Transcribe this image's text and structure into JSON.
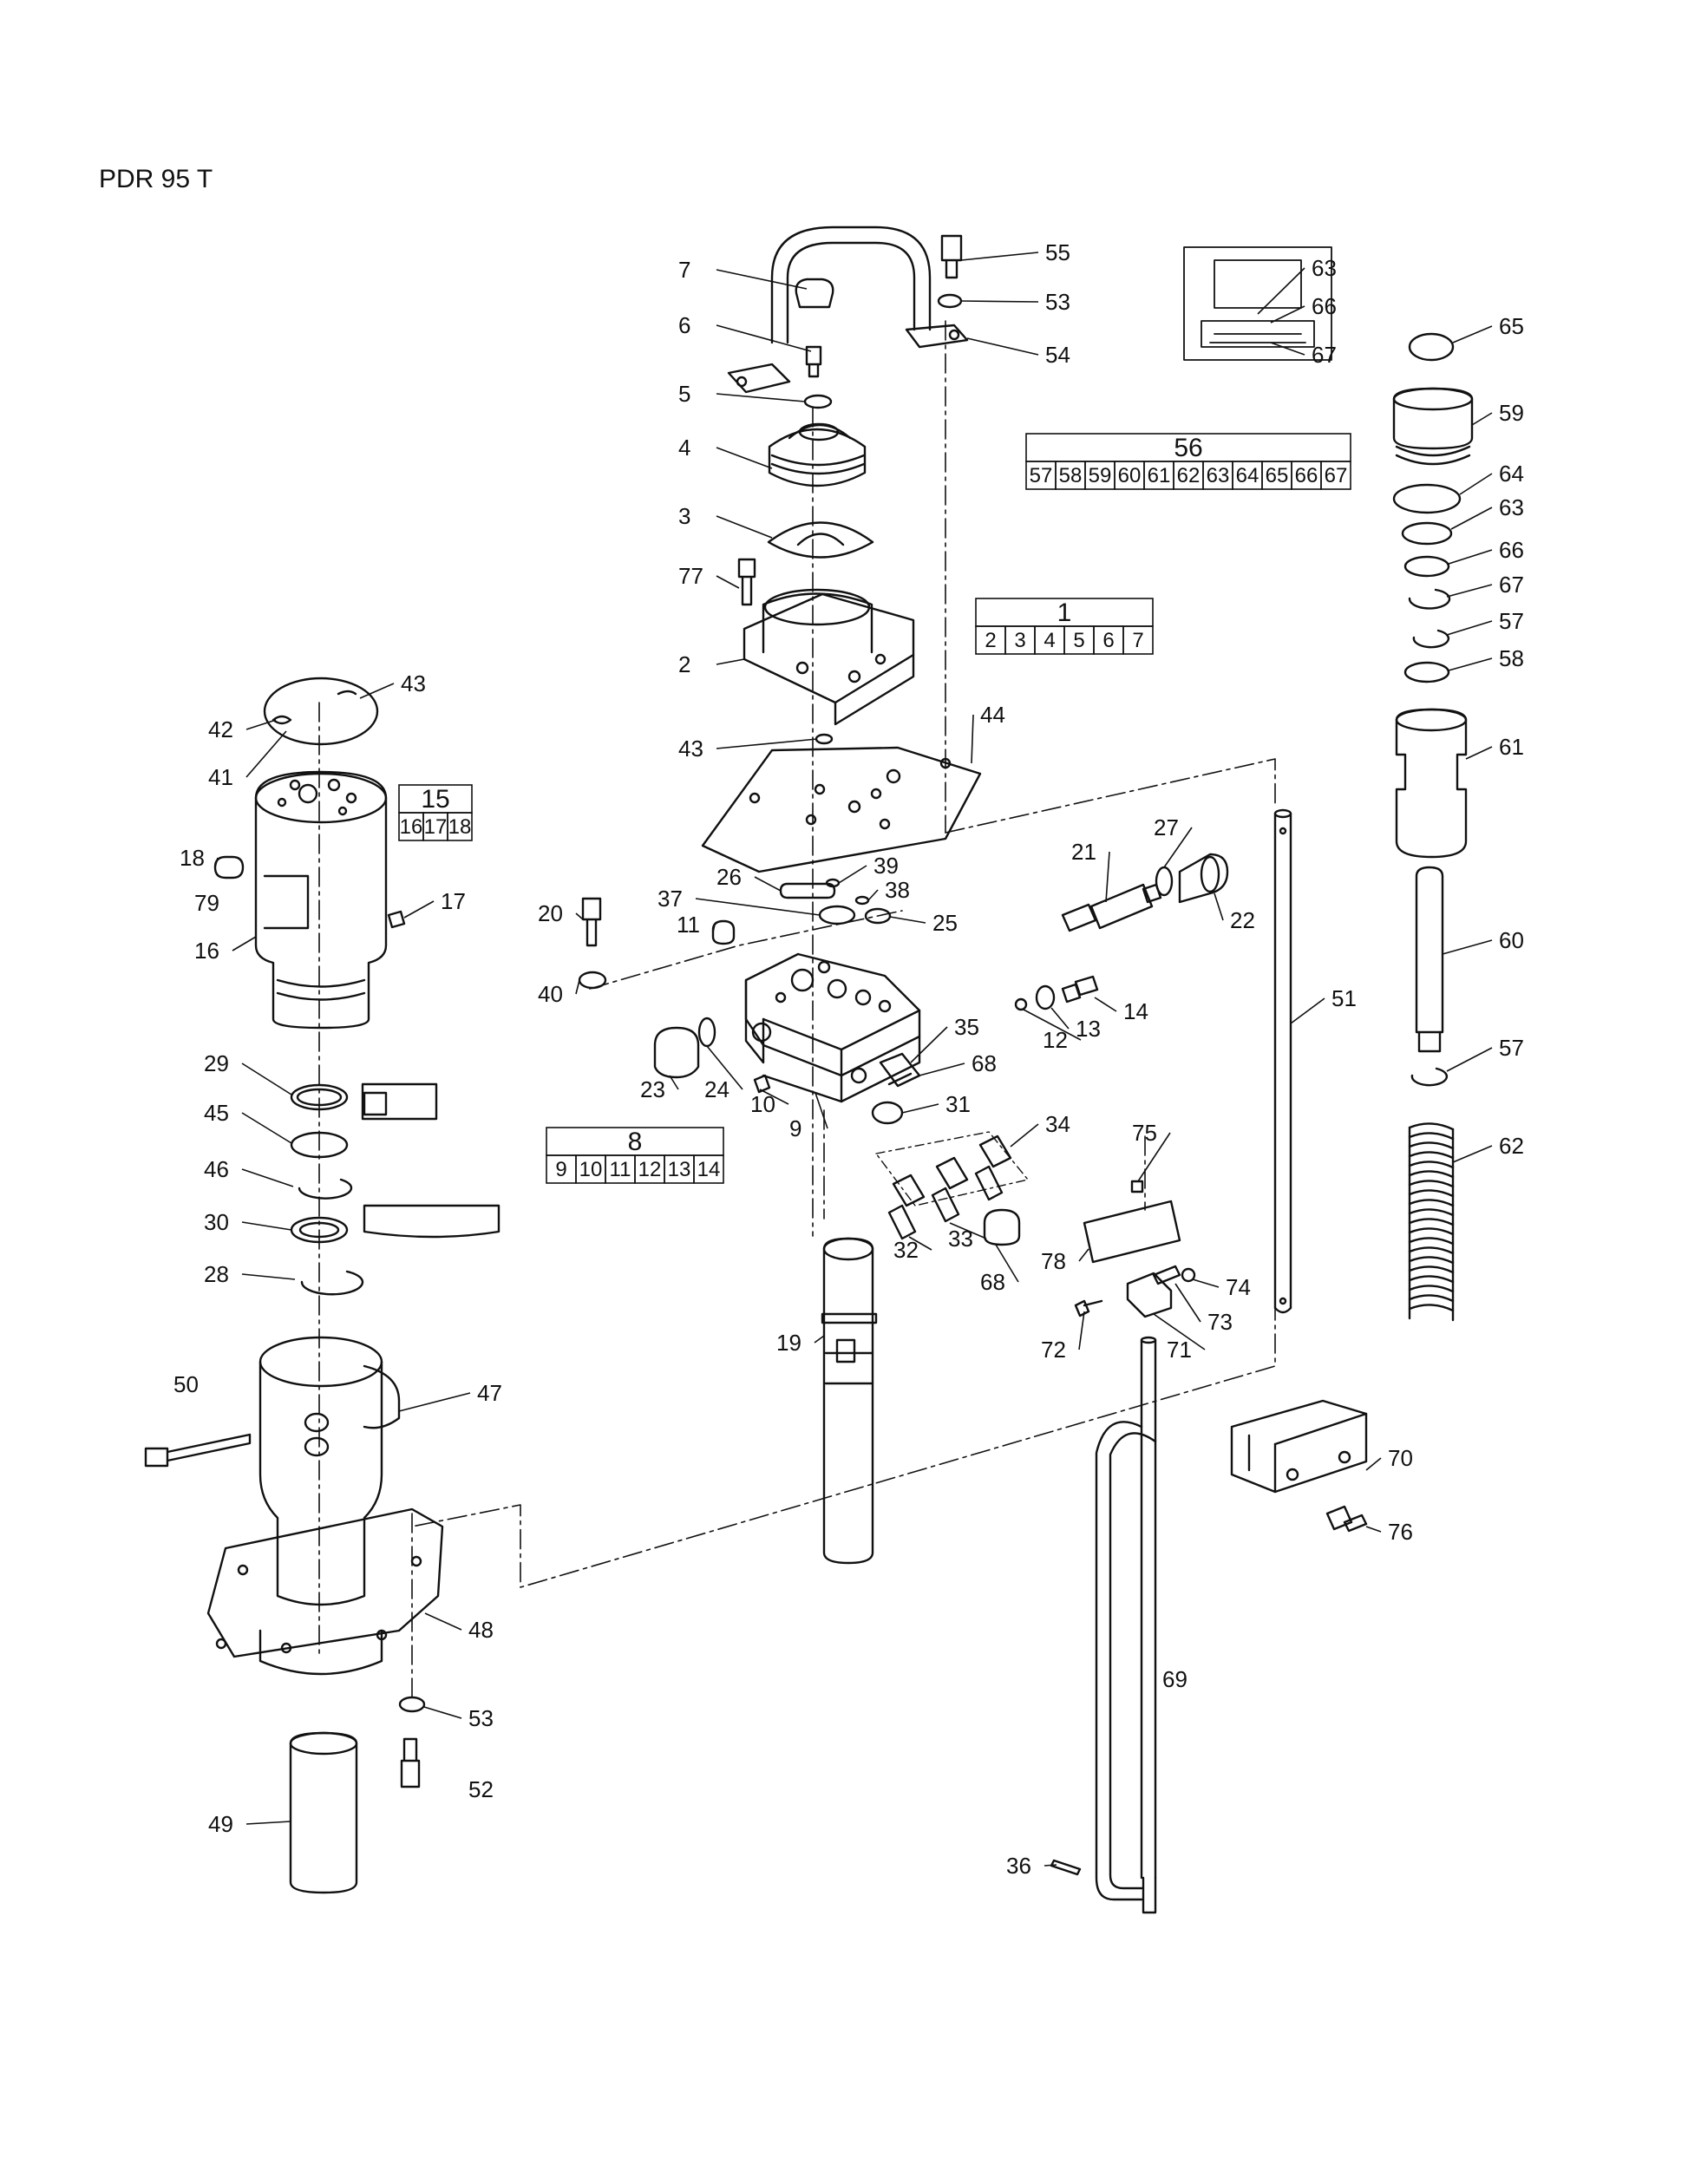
{
  "title": "PDR 95 T",
  "callouts": [
    {
      "id": "c7",
      "text": "7"
    },
    {
      "id": "c6",
      "text": "6"
    },
    {
      "id": "c5",
      "text": "5"
    },
    {
      "id": "c4",
      "text": "4"
    },
    {
      "id": "c3",
      "text": "3"
    },
    {
      "id": "c77",
      "text": "77"
    },
    {
      "id": "c2",
      "text": "2"
    },
    {
      "id": "c43b",
      "text": "43"
    },
    {
      "id": "c55",
      "text": "55"
    },
    {
      "id": "c53a",
      "text": "53"
    },
    {
      "id": "c54",
      "text": "54"
    },
    {
      "id": "c44",
      "text": "44"
    },
    {
      "id": "c63a",
      "text": "63"
    },
    {
      "id": "c66a",
      "text": "66"
    },
    {
      "id": "c67a",
      "text": "67"
    },
    {
      "id": "c65",
      "text": "65"
    },
    {
      "id": "c59",
      "text": "59"
    },
    {
      "id": "c64",
      "text": "64"
    },
    {
      "id": "c63b",
      "text": "63"
    },
    {
      "id": "c66b",
      "text": "66"
    },
    {
      "id": "c67b",
      "text": "67"
    },
    {
      "id": "c57a",
      "text": "57"
    },
    {
      "id": "c58",
      "text": "58"
    },
    {
      "id": "c61",
      "text": "61"
    },
    {
      "id": "c60",
      "text": "60"
    },
    {
      "id": "c57b",
      "text": "57"
    },
    {
      "id": "c62",
      "text": "62"
    },
    {
      "id": "c43a",
      "text": "43"
    },
    {
      "id": "c42",
      "text": "42"
    },
    {
      "id": "c41",
      "text": "41"
    },
    {
      "id": "c18",
      "text": "18"
    },
    {
      "id": "c79",
      "text": "79"
    },
    {
      "id": "c17",
      "text": "17"
    },
    {
      "id": "c16",
      "text": "16"
    },
    {
      "id": "c29",
      "text": "29"
    },
    {
      "id": "c45",
      "text": "45"
    },
    {
      "id": "c46",
      "text": "46"
    },
    {
      "id": "c30",
      "text": "30"
    },
    {
      "id": "c28",
      "text": "28"
    },
    {
      "id": "c50",
      "text": "50"
    },
    {
      "id": "c47",
      "text": "47"
    },
    {
      "id": "c48",
      "text": "48"
    },
    {
      "id": "c53b",
      "text": "53"
    },
    {
      "id": "c52",
      "text": "52"
    },
    {
      "id": "c49",
      "text": "49"
    },
    {
      "id": "c26",
      "text": "26"
    },
    {
      "id": "c39",
      "text": "39"
    },
    {
      "id": "c37",
      "text": "37"
    },
    {
      "id": "c38",
      "text": "38"
    },
    {
      "id": "c25",
      "text": "25"
    },
    {
      "id": "c20",
      "text": "20"
    },
    {
      "id": "c11",
      "text": "11"
    },
    {
      "id": "c40",
      "text": "40"
    },
    {
      "id": "c23",
      "text": "23"
    },
    {
      "id": "c24",
      "text": "24"
    },
    {
      "id": "c10",
      "text": "10"
    },
    {
      "id": "c9",
      "text": "9"
    },
    {
      "id": "c35",
      "text": "35"
    },
    {
      "id": "c68a",
      "text": "68"
    },
    {
      "id": "c31",
      "text": "31"
    },
    {
      "id": "c34",
      "text": "34"
    },
    {
      "id": "c32",
      "text": "32"
    },
    {
      "id": "c33",
      "text": "33"
    },
    {
      "id": "c68b",
      "text": "68"
    },
    {
      "id": "c19",
      "text": "19"
    },
    {
      "id": "c21",
      "text": "21"
    },
    {
      "id": "c27",
      "text": "27"
    },
    {
      "id": "c22",
      "text": "22"
    },
    {
      "id": "c12",
      "text": "12"
    },
    {
      "id": "c13",
      "text": "13"
    },
    {
      "id": "c14",
      "text": "14"
    },
    {
      "id": "c51",
      "text": "51"
    },
    {
      "id": "c75",
      "text": "75"
    },
    {
      "id": "c78",
      "text": "78"
    },
    {
      "id": "c74",
      "text": "74"
    },
    {
      "id": "c73",
      "text": "73"
    },
    {
      "id": "c72",
      "text": "72"
    },
    {
      "id": "c71",
      "text": "71"
    },
    {
      "id": "c70",
      "text": "70"
    },
    {
      "id": "c76",
      "text": "76"
    },
    {
      "id": "c69",
      "text": "69"
    },
    {
      "id": "c36",
      "text": "36"
    }
  ],
  "kits": [
    {
      "id": "kit1",
      "label": "1",
      "parts": [
        "2",
        "3",
        "4",
        "5",
        "6",
        "7"
      ]
    },
    {
      "id": "kit56",
      "label": "56",
      "parts": [
        "57",
        "58",
        "59",
        "60",
        "61",
        "62",
        "63",
        "64",
        "65",
        "66",
        "67"
      ]
    },
    {
      "id": "kit15",
      "label": "15",
      "parts": [
        "16",
        "17",
        "18"
      ]
    },
    {
      "id": "kit8",
      "label": "8",
      "parts": [
        "9",
        "10",
        "11",
        "12",
        "13",
        "14"
      ]
    }
  ]
}
